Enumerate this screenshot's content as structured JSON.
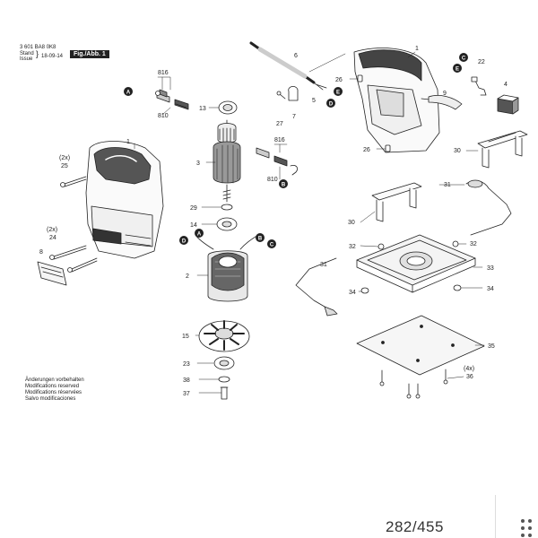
{
  "header": {
    "part_no": "3 601 BA8 0K8",
    "stand_label": "Stand",
    "issue_label": "Issue",
    "date": "18-09-14",
    "figure_label": "Fig./Abb. 1"
  },
  "notes": [
    "Änderungen vorbehalten",
    "Modifications reserved",
    "Modifications réservées",
    "Salvo modificaciones"
  ],
  "pager": {
    "text": "282/455"
  },
  "labels": [
    {
      "id": "n1a",
      "text": "1"
    },
    {
      "id": "n2x25",
      "text": "(2x)"
    },
    {
      "id": "n25",
      "text": "25"
    },
    {
      "id": "n2x24",
      "text": "(2x)"
    },
    {
      "id": "n24",
      "text": "24"
    },
    {
      "id": "n8",
      "text": "8"
    },
    {
      "id": "n816a",
      "text": "816"
    },
    {
      "id": "n810a",
      "text": "810"
    },
    {
      "id": "n13",
      "text": "13"
    },
    {
      "id": "n3",
      "text": "3"
    },
    {
      "id": "n29",
      "text": "29"
    },
    {
      "id": "n14",
      "text": "14"
    },
    {
      "id": "n2",
      "text": "2"
    },
    {
      "id": "n15",
      "text": "15"
    },
    {
      "id": "n23",
      "text": "23"
    },
    {
      "id": "n38",
      "text": "38"
    },
    {
      "id": "n37",
      "text": "37"
    },
    {
      "id": "n816b",
      "text": "816"
    },
    {
      "id": "n810b",
      "text": "810"
    },
    {
      "id": "n6",
      "text": "6"
    },
    {
      "id": "n7",
      "text": "7"
    },
    {
      "id": "n27",
      "text": "27"
    },
    {
      "id": "n5",
      "text": "5"
    },
    {
      "id": "n26a",
      "text": "26"
    },
    {
      "id": "n26b",
      "text": "26"
    },
    {
      "id": "n1b",
      "text": "1"
    },
    {
      "id": "n9",
      "text": "9"
    },
    {
      "id": "n22",
      "text": "22"
    },
    {
      "id": "n4",
      "text": "4"
    },
    {
      "id": "n30a",
      "text": "30"
    },
    {
      "id": "n31a",
      "text": "31"
    },
    {
      "id": "n30b",
      "text": "30"
    },
    {
      "id": "n32a",
      "text": "32"
    },
    {
      "id": "n32b",
      "text": "32"
    },
    {
      "id": "n33",
      "text": "33"
    },
    {
      "id": "n31b",
      "text": "31"
    },
    {
      "id": "n34a",
      "text": "34"
    },
    {
      "id": "n34b",
      "text": "34"
    },
    {
      "id": "n35",
      "text": "35"
    },
    {
      "id": "n4x",
      "text": "(4x)"
    },
    {
      "id": "n36",
      "text": "36"
    }
  ],
  "markers": [
    {
      "id": "mA1",
      "text": "A"
    },
    {
      "id": "mB1",
      "text": "B"
    },
    {
      "id": "mC1",
      "text": "C"
    },
    {
      "id": "mE1",
      "text": "E"
    },
    {
      "id": "mD1",
      "text": "D"
    },
    {
      "id": "mD2",
      "text": "D"
    },
    {
      "id": "mA2",
      "text": "A"
    },
    {
      "id": "mE2",
      "text": "E"
    },
    {
      "id": "mB2",
      "text": "B"
    },
    {
      "id": "mC2",
      "text": "C"
    }
  ],
  "colors": {
    "ink": "#222222",
    "marker_fill": "#222222",
    "marker_text": "#ffffff",
    "pager_text": "#333333"
  }
}
